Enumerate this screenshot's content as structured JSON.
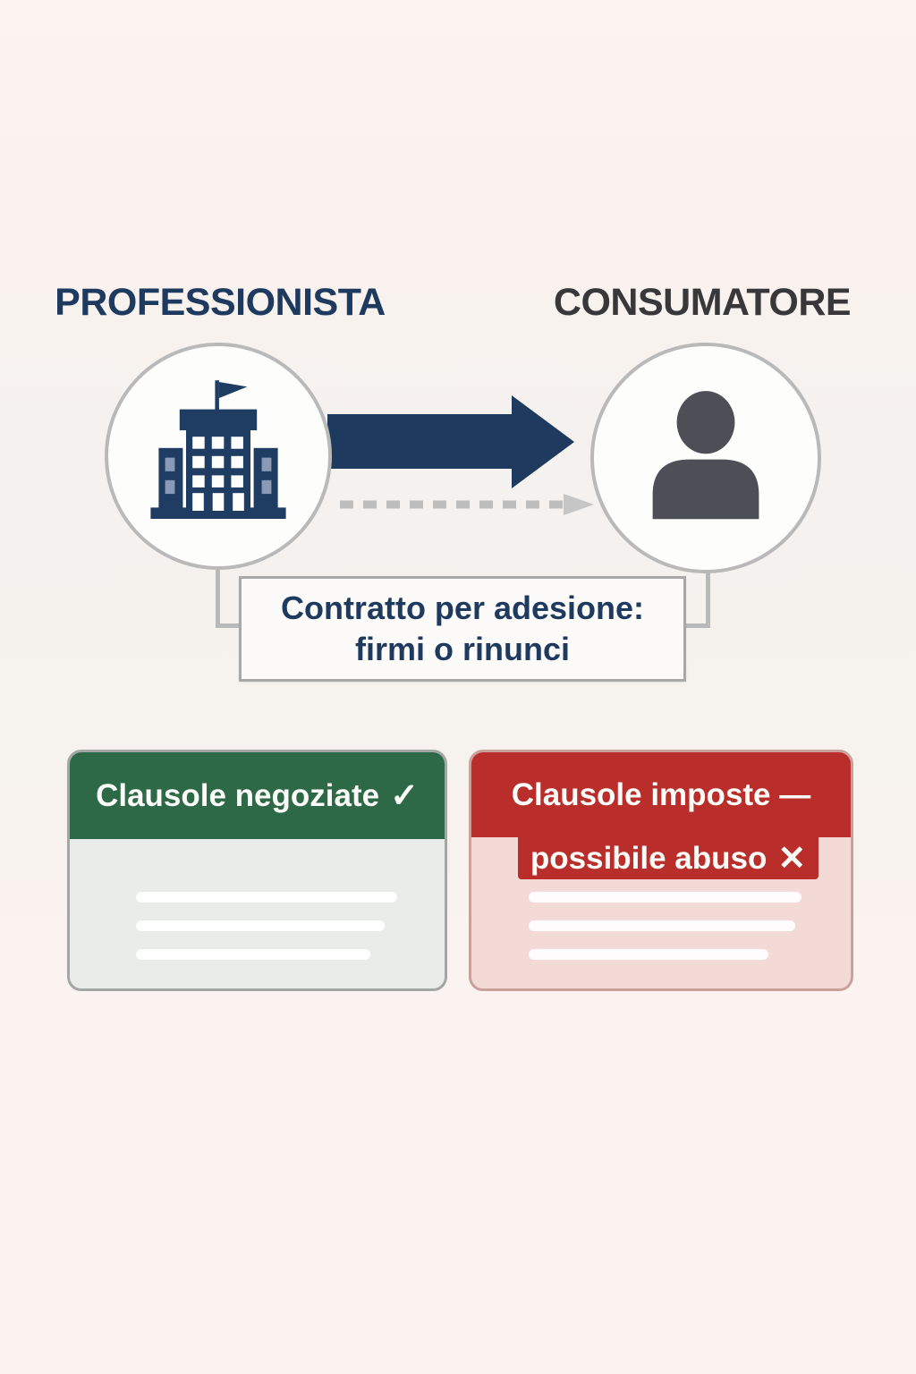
{
  "diagram_title": "Contratto per adesione (professionista vs consumatore)",
  "actors": {
    "professionista": {
      "label": "PROFESSIONISTA",
      "label_color": "#1e3a5e",
      "icon": "building-icon",
      "icon_color": "#1f3d63"
    },
    "consumatore": {
      "label": "CONSUMATORE",
      "label_color": "#38383b",
      "icon": "person-icon",
      "icon_color": "#4e4e56"
    }
  },
  "arrows": {
    "solid": {
      "icon": "arrow-right-icon",
      "color": "#1e3a5e",
      "direction": "professionista-to-consumatore"
    },
    "dashed": {
      "icon": "dashed-arrow-right-icon",
      "color": "#bdbdbd",
      "direction": "professionista-to-consumatore"
    }
  },
  "contract_box": {
    "line1": "Contratto per adesione:",
    "line2": "firmi o rinunci",
    "text_color": "#1e3a5e",
    "border_color": "#a8a8a8",
    "fill_color": "#fcfbf9"
  },
  "cards": {
    "negotiated": {
      "title": "Clausole negoziate",
      "check_glyph": "✓",
      "check_icon": "check-icon",
      "header_color": "#2d6946",
      "body_color": "#e9ece9",
      "border_color": "#a2a7a4",
      "placeholder_line_widths": [
        292,
        278,
        262
      ]
    },
    "imposed": {
      "title_line1": "Clausole imposte —",
      "title_line2": "possibile abuso",
      "cross_glyph": "✕",
      "cross_icon": "cross-icon",
      "header_color": "#b92d2b",
      "body_color": "#f3dad6",
      "border_color": "#c9a19a",
      "placeholder_line_widths": [
        305,
        298,
        268
      ]
    }
  },
  "colors": {
    "background_top": "#fdf3f0",
    "background_mid": "#f4f1ee",
    "circle_fill": "#fdfdfc",
    "circle_border": "#b9b9b9",
    "connector": "#b9b9b9"
  }
}
